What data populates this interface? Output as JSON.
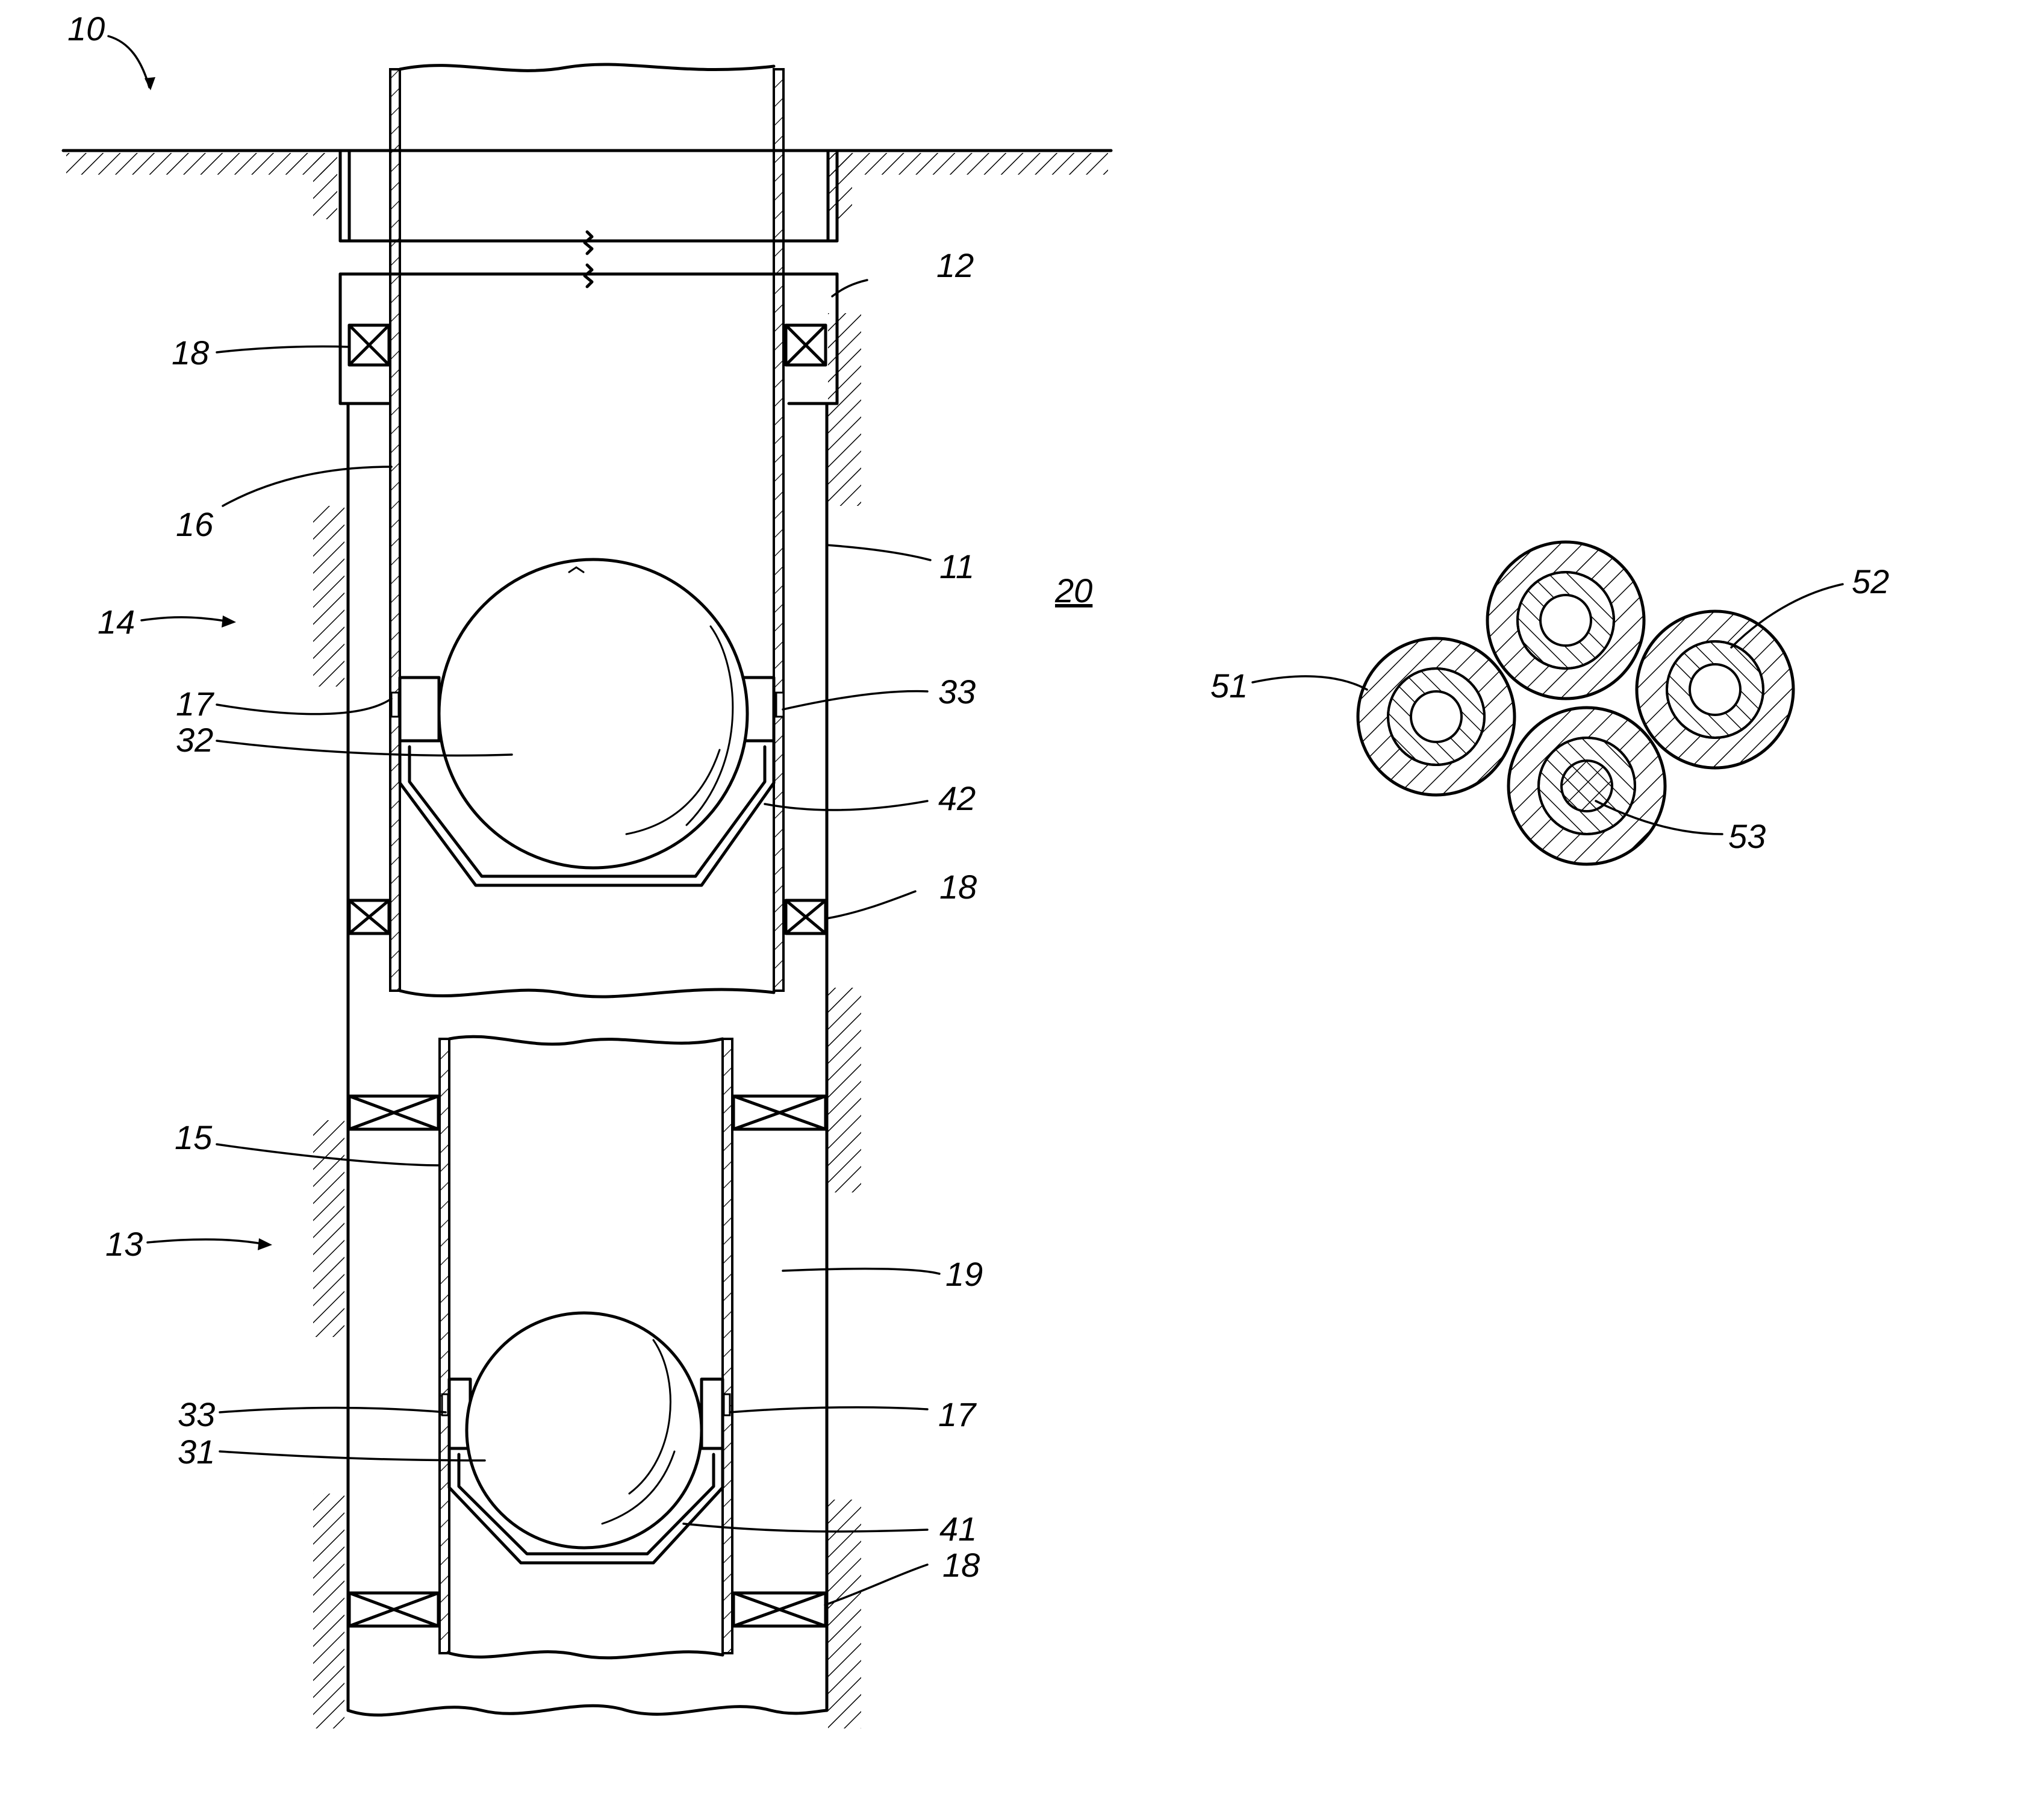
{
  "labels": {
    "assembly": "10",
    "casing": "11",
    "surface_casing": "12",
    "lower_zone": "13",
    "upper_zone": "14",
    "lower_tubular": "15",
    "upper_tubular": "16",
    "port_upper": "17",
    "port_lower": "17",
    "packer_upper_left": "18",
    "packer_mid_right": "18",
    "packer_bottom_right": "18",
    "annulus": "19",
    "figure": "20",
    "ball_lower": "31",
    "ball_upper": "32",
    "sleeve_upper": "33",
    "sleeve_lower": "33",
    "seat_lower": "41",
    "seat_upper": "42",
    "particle_a": "51",
    "particle_b": "52",
    "particle_c": "53"
  }
}
